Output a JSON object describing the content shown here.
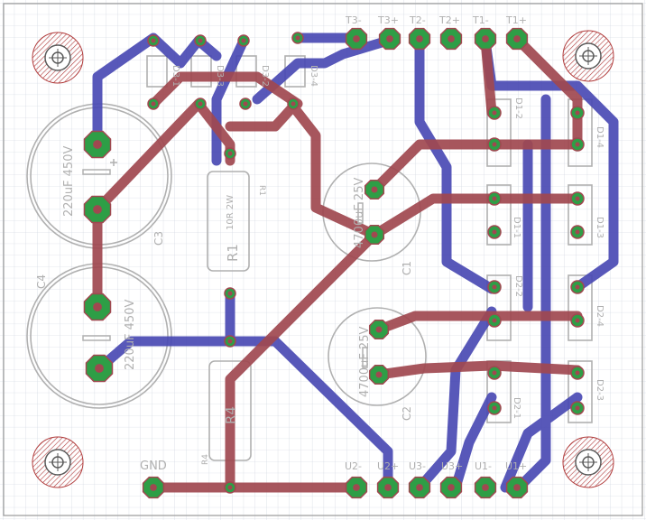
{
  "canvas": {
    "background": "#ffffff"
  },
  "colors": {
    "grid": "#c9d0dc",
    "outline": "#9a9a9a",
    "silkscreen": "#b0b0b0",
    "bottom_trace": "#4a4ab4",
    "top_trace": "#a04850",
    "pad_ring": "#2e9e46",
    "pad_inner": "#a04850",
    "hole": "#5a5a5a",
    "mount_hatch": "#b03a3a"
  },
  "header_labels": [
    "T3-",
    "T3+",
    "T2-",
    "T2+",
    "T1-",
    "T1+"
  ],
  "footer_labels": [
    "GND",
    "U2-",
    "U2+",
    "U3-",
    "U3+",
    "U1-",
    "U1+"
  ],
  "diode_labels": [
    "D3-1",
    "D3-3",
    "D3-2",
    "D3-4"
  ],
  "components": {
    "c3_value": "220uF 450V",
    "c3_ref": "C3",
    "c4_value": "220uF 450V",
    "c4_ref": "C4",
    "c1_value": "4700uF 25V",
    "c1_ref": "C1",
    "c2_value": "4700uF 25V",
    "c2_ref": "C2",
    "r1_value": "10R 2W",
    "r1_ref": "R1",
    "r1_ref_small": "R1",
    "r4_ref": "R4",
    "r4_ref_small": "R4"
  },
  "bridge_labels": [
    "D1-2",
    "D1-4",
    "D1-1",
    "D1-3",
    "D2-2",
    "D2-4",
    "D2-1",
    "D2-3"
  ]
}
